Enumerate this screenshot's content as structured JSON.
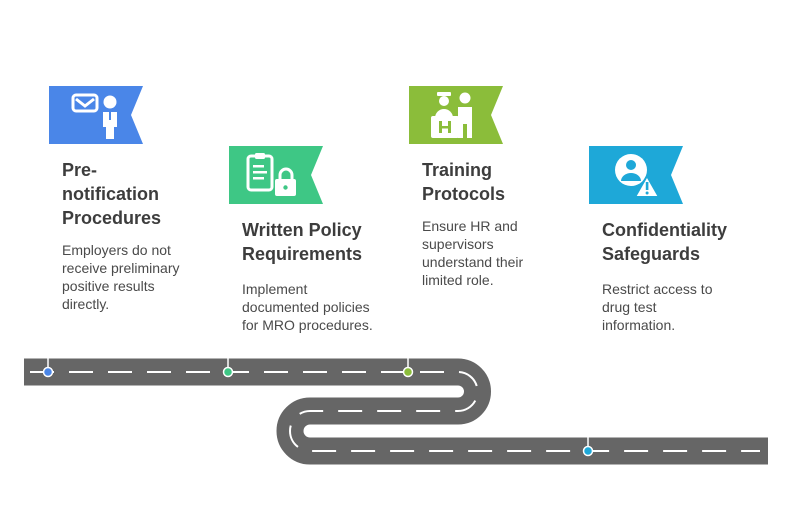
{
  "steps": [
    {
      "title_lines": [
        "Pre-",
        "notification",
        "Procedures"
      ],
      "description_lines": [
        "Employers do not",
        "receive preliminary",
        "positive results",
        "directly."
      ],
      "color": "#4a86e8",
      "icon": "mail-person-icon"
    },
    {
      "title_lines": [
        "Written Policy",
        "Requirements"
      ],
      "description_lines": [
        "Implement",
        "documented policies",
        "for MRO procedures."
      ],
      "color": "#3ec785",
      "icon": "clipboard-lock-icon"
    },
    {
      "title_lines": [
        "Training",
        "Protocols"
      ],
      "description_lines": [
        "Ensure HR and",
        "supervisors",
        "understand their",
        "limited role."
      ],
      "color": "#8bbd3a",
      "icon": "reception-people-icon"
    },
    {
      "title_lines": [
        "Confidentiality",
        "Safeguards"
      ],
      "description_lines": [
        "Restrict access to",
        "drug test",
        "information."
      ],
      "color": "#1ea8d8",
      "icon": "user-warning-icon"
    }
  ],
  "road": {
    "color": "#666666",
    "dash_color": "#ffffff"
  }
}
